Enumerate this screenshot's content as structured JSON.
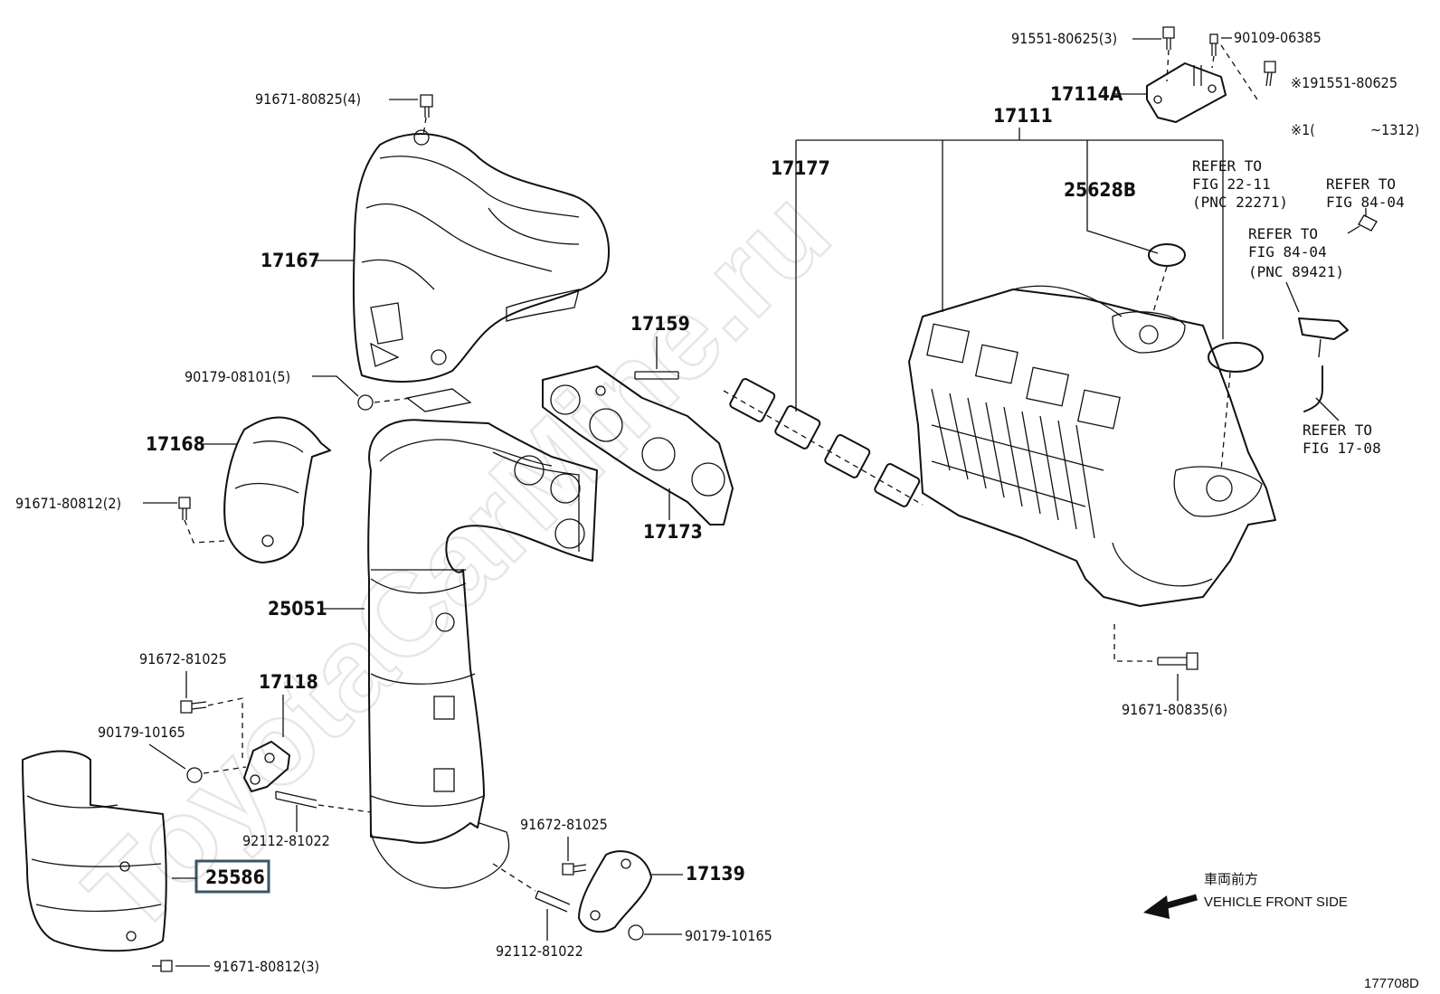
{
  "watermark": "ToyotaCarMine.ru",
  "figure_id": "177708D",
  "direction": {
    "jp": "車両前方",
    "en": "VEHICLE FRONT SIDE"
  },
  "highlighted_part": "25586",
  "labels": {
    "p_17167": "17167",
    "p_17168": "17168",
    "p_25051": "25051",
    "p_17118": "17118",
    "p_25586": "25586",
    "p_17139": "17139",
    "p_17159": "17159",
    "p_17173": "17173",
    "p_17177": "17177",
    "p_17111": "17111",
    "p_25628b": "25628B",
    "p_17114a": "17114A",
    "b_91671_80825": "91671-80825(4)",
    "b_90179_08101": "90179-08101(5)",
    "b_91671_80812a": "91671-80812(2)",
    "b_91672_81025a": "91672-81025",
    "b_90179_10165a": "90179-10165",
    "b_92112_81022a": "92112-81022",
    "b_91671_80812b": "91671-80812(3)",
    "b_91672_81025b": "91672-81025",
    "b_92112_81022b": "92112-81022",
    "b_90179_10165b": "90179-10165",
    "b_91551_80625": "91551-80625(3)",
    "b_90109_06385": "90109-06385",
    "b_91551_80625x": "※191551-80625",
    "note_1": "※1(",
    "note_1b": "~1312)",
    "b_91671_80835": "91671-80835(6)"
  },
  "refs": {
    "r1_l1": "REFER TO",
    "r1_l2": "FIG 22-11",
    "r1_l3": "(PNC 22271)",
    "r2_l1": "REFER TO",
    "r2_l2": "FIG 84-04",
    "r3_l1": "REFER TO",
    "r3_l2": "FIG 84-04",
    "r3_l3": "(PNC 89421)",
    "r4_l1": "REFER TO",
    "r4_l2": "FIG 17-08"
  },
  "colors": {
    "line": "#111111",
    "highlight": "#3a5566",
    "watermark": "#e6e6e6"
  }
}
